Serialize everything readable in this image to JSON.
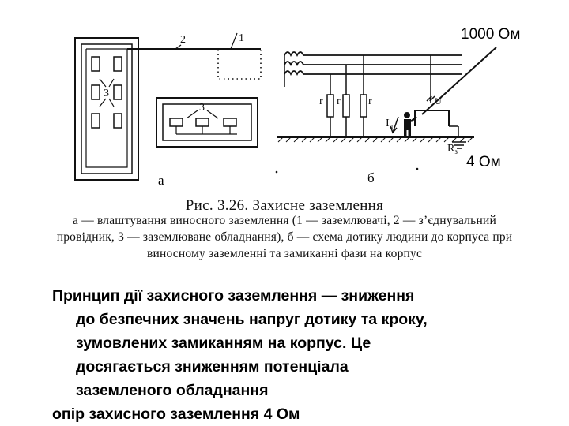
{
  "figure": {
    "label_top_right": "1000 Ом",
    "label_bottom_right": "4 Ом",
    "sub_a": "а",
    "sub_b": "б",
    "num_1": "1",
    "num_2": "2",
    "num_3a": "3",
    "num_3b": "3",
    "r_label": "r",
    "i_label": "I",
    "i_sub": "ч",
    "u_label": "U",
    "rz_label": "R",
    "rz_sub": "з"
  },
  "caption": {
    "title": "Рис. 3.26. Захисне заземлення",
    "line1": "а — влаштування виносного заземлення (1 — заземлювачі, 2 — з’єднувальний",
    "line2": "провідник, 3 — заземлюване обладнання), б — схема дотику людини до корпуса при",
    "line3": "виносному заземленні та замиканні фази на корпус"
  },
  "body": {
    "line1": "Принцип дії захисного заземлення — зниження",
    "line2": "до безпечних значень напруг дотику та кроку,",
    "line3": "зумовлених замиканням на корпус. Це",
    "line4": "досягається зниженням потенціала",
    "line5": "заземленого обладнання",
    "line6": "опір захисного заземлення 4 Ом"
  }
}
